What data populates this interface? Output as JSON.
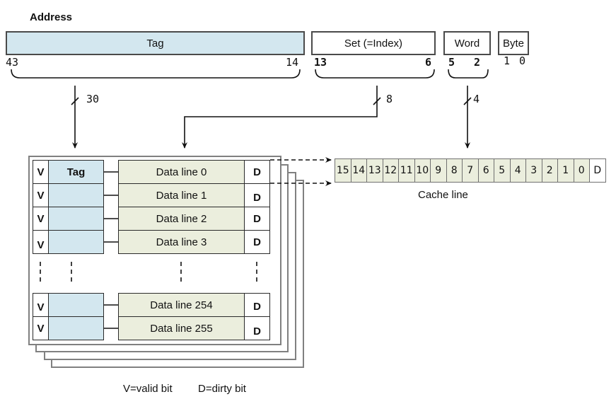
{
  "title": "Address",
  "address_fields": [
    {
      "name": "Tag",
      "high_bit": "43",
      "low_bit": "14",
      "width_bits": "30"
    },
    {
      "name": "Set (=Index)",
      "high_bit": "13",
      "low_bit": "6",
      "width_bits": "8"
    },
    {
      "name": "Word",
      "high_bit": "5",
      "low_bit": "2",
      "width_bits": "4"
    },
    {
      "name": "Byte",
      "high_bit": "1",
      "low_bit": "0"
    }
  ],
  "cache_table": {
    "valid_label": "V",
    "tag_header": "Tag",
    "dirty_label": "D",
    "data_lines": [
      "Data line 0",
      "Data line 1",
      "Data line 2",
      "Data line 3",
      "Data line 254",
      "Data line 255"
    ]
  },
  "cache_line": {
    "label": "Cache line",
    "words": [
      "15",
      "14",
      "13",
      "12",
      "11",
      "10",
      "9",
      "8",
      "7",
      "6",
      "5",
      "4",
      "3",
      "2",
      "1",
      "0"
    ],
    "dirty_label": "D"
  },
  "legend": {
    "valid": "V=valid bit",
    "dirty": "D=dirty bit"
  }
}
